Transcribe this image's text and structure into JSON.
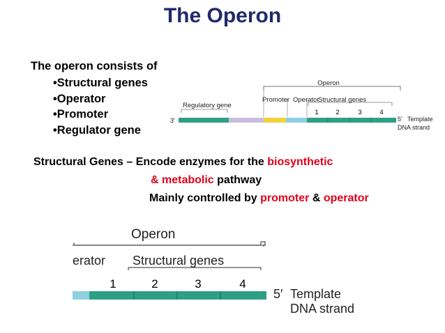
{
  "title": "The Operon",
  "intro": "The operon consists of",
  "components": [
    "Structural genes",
    "Operator",
    "Promoter",
    "Regulator gene"
  ],
  "structural_text": {
    "line1_lead": "Structural Genes – Encode enzymes for the",
    "line1_red": "biosynthetic",
    "line2_red": "& metabolic",
    "line2_tail": "pathway",
    "line3_lead": "Mainly controlled by",
    "line3_red1": "promoter",
    "line3_mid": "&",
    "line3_red2": "operator"
  },
  "small_diagram": {
    "operon_label": "Operon",
    "regulatory_label": "Regulatory gene",
    "promoter_label": "Promoter",
    "operator_label": "Operator",
    "structural_label": "Structural genes",
    "gene_numbers": [
      "1",
      "2",
      "3",
      "4"
    ],
    "end_3": "3′",
    "end_5": "5′",
    "template_label": "Template",
    "dna_label": "DNA strand"
  },
  "large_diagram": {
    "operon_label": "Operon",
    "operator_partial": "erator",
    "structural_label": "Structural genes",
    "gene_numbers": [
      "1",
      "2",
      "3",
      "4"
    ],
    "end_5": "5′",
    "template_label": "Template",
    "dna_label": "DNA strand"
  },
  "colors": {
    "title": "#1f2a6b",
    "highlight": "#e0001b",
    "gene_green": "#2e9f86",
    "regulator_lavender": "#c8bfe0",
    "promoter_yellow": "#f2d23a",
    "operator_blue": "#8fd0e0"
  }
}
